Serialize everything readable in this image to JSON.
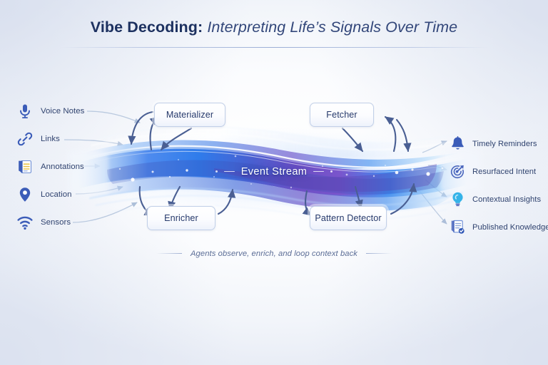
{
  "header": {
    "title_strong": "Vibe Decoding:",
    "title_em": "Interpreting Life’s Signals Over Time"
  },
  "stream": {
    "label": "Event Stream"
  },
  "caption": {
    "text": "Agents observe, enrich, and loop context back"
  },
  "inputs": {
    "heading": "",
    "items": [
      {
        "label": "Voice Notes",
        "icon": "microphone-icon"
      },
      {
        "label": "Links",
        "icon": "link-chain-icon"
      },
      {
        "label": "Annotations",
        "icon": "annotated-document-icon"
      },
      {
        "label": "Location",
        "icon": "map-pin-icon"
      },
      {
        "label": "Sensors",
        "icon": "wifi-sensor-icon"
      }
    ]
  },
  "outputs": {
    "items": [
      {
        "label": "Timely Reminders",
        "icon": "bell-icon"
      },
      {
        "label": "Resurfaced Intent",
        "icon": "target-arrow-icon"
      },
      {
        "label": "Contextual Insights",
        "icon": "lightbulb-icon"
      },
      {
        "label": "Published Knowledge",
        "icon": "document-check-icon"
      }
    ]
  },
  "agents": {
    "nodes": [
      {
        "label": "Materializer",
        "position": "top-left"
      },
      {
        "label": "Fetcher",
        "position": "top-right"
      },
      {
        "label": "Enricher",
        "position": "bottom-left"
      },
      {
        "label": "Pattern Detector",
        "position": "bottom-right"
      }
    ]
  },
  "colors": {
    "title_navy": "#1d3160",
    "icon_blue": "#3b5cb8",
    "icon_cyan": "#35b3e8",
    "icon_gold": "#e8c44a",
    "node_text": "#26396b",
    "node_border": "#c2d0e8",
    "arrow_slate": "#4a5f93",
    "stream_blue": "#2a7fe8",
    "stream_purple": "#6a4fc0",
    "background": "#eef1f7"
  }
}
